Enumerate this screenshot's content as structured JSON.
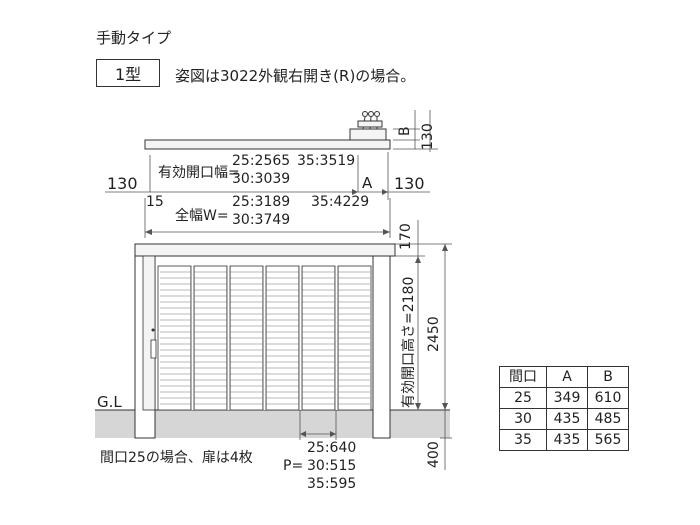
{
  "header": {
    "title": "手動タイプ",
    "type_label": "1型",
    "note": "姿図は3022外観右開き(R)の場合。"
  },
  "dims": {
    "side_left": "130",
    "side_right": "130",
    "top_B": "B",
    "top_130": "130",
    "opening_label": "有効開口幅=",
    "opening_25": "25:2565",
    "opening_35": "35:3519",
    "opening_30": "30:3039",
    "A_label": "A",
    "offset_15": "15",
    "total_label": "全幅W=",
    "total_25": "25:3189",
    "total_35": "35:4229",
    "total_30": "30:3749",
    "top_gap": "170",
    "height_label": "有効開口高さ=2180",
    "height_total": "2450",
    "ground_label": "G.L",
    "below_ground": "400",
    "door_note": "間口25の場合、扉は4枚",
    "P_label": "P=",
    "P_25": "25:640",
    "P_30": "30:515",
    "P_35": "35:595"
  },
  "table": {
    "headers": [
      "間口",
      "A",
      "B"
    ],
    "rows": [
      [
        "25",
        "349",
        "610"
      ],
      [
        "30",
        "435",
        "485"
      ],
      [
        "35",
        "435",
        "565"
      ]
    ]
  },
  "colors": {
    "line": "#333333",
    "dim_line": "#555555",
    "ground": "#d6d6d6",
    "panel": "#f4f4f4"
  }
}
